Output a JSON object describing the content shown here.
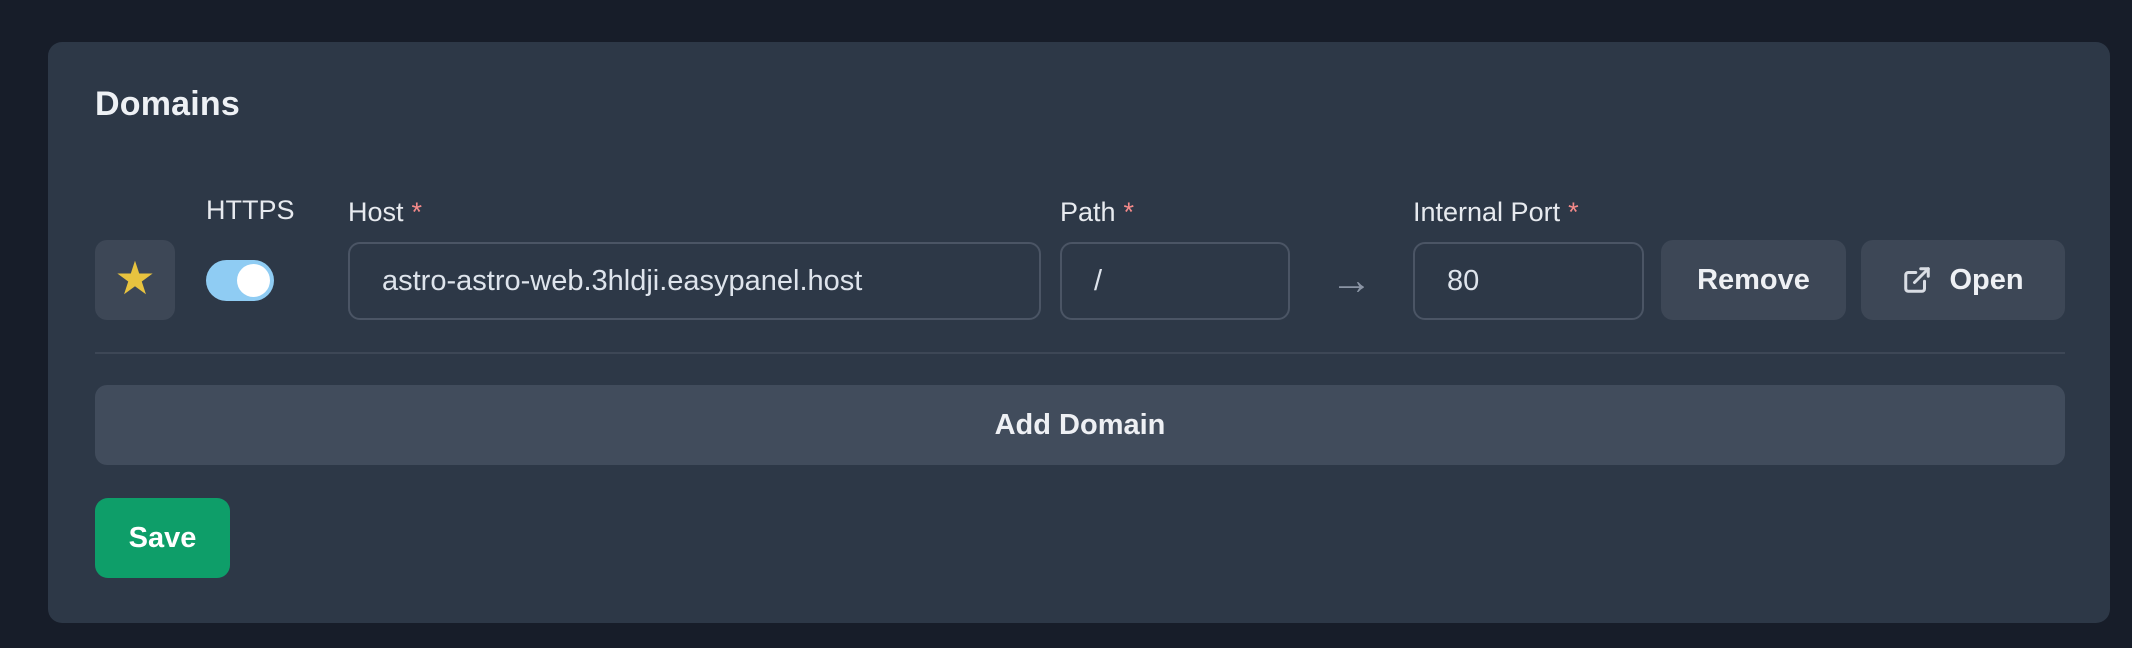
{
  "panel": {
    "title": "Domains",
    "field_labels": {
      "https": "HTTPS",
      "host": "Host",
      "path": "Path",
      "internal_port": "Internal Port",
      "required_marker": "*"
    },
    "domains": [
      {
        "host": "astro-astro-web.3hldji.easypanel.host",
        "path": "/",
        "internal_port": "80",
        "https_enabled": true,
        "primary": true,
        "star_icon": "★",
        "arrow_icon": "→",
        "remove_label": "Remove",
        "open_label": "Open"
      }
    ],
    "add_domain_label": "Add Domain",
    "save_label": "Save"
  },
  "colors": {
    "page_bg": "#171d29",
    "card_bg": "#2d3847",
    "secondary_button_bg": "#3d4756",
    "add_domain_button_bg": "#414c5c",
    "input_border": "#4b5565",
    "divider": "#4a5363",
    "save_green": "#0e9e69",
    "toggle_track_blue": "#8fccf3",
    "toggle_knob": "#ffffff",
    "star_yellow": "#e8c33f",
    "required_red": "#f58a8a",
    "arrow_gray": "#8b95a5",
    "text_primary": "#eef1f5",
    "text_input": "#dee4ec"
  }
}
